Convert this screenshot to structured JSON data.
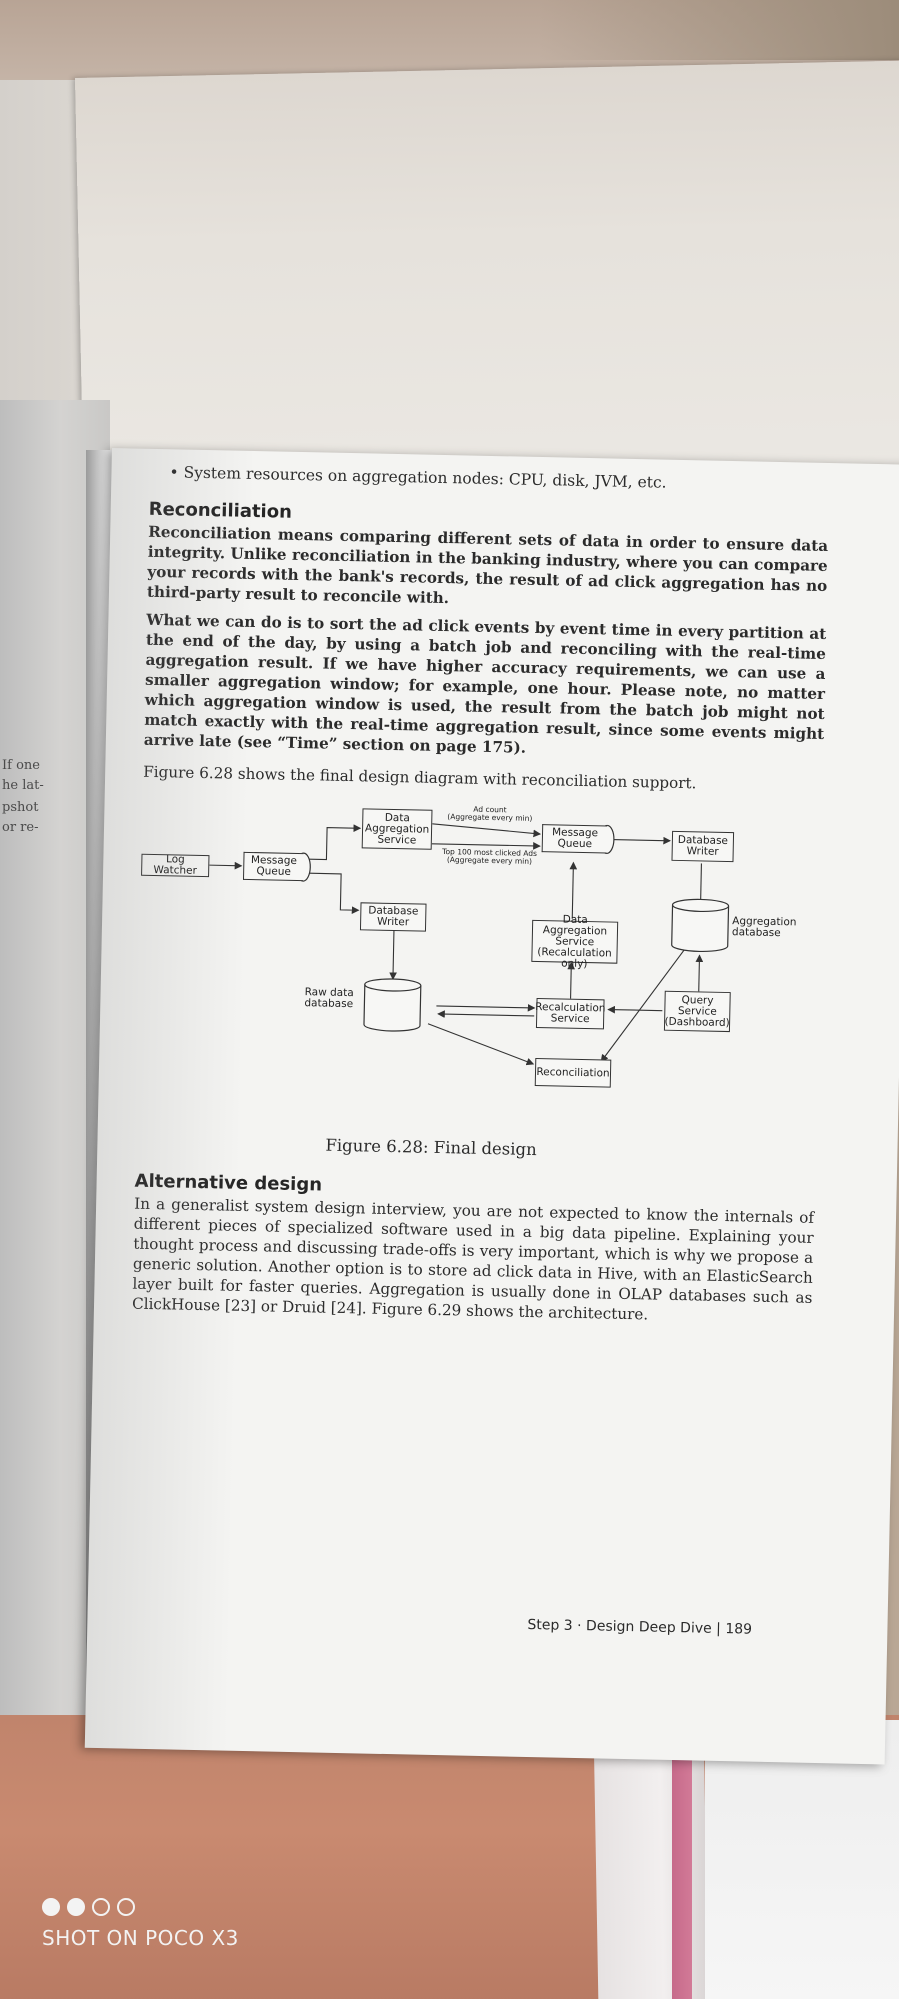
{
  "page": {
    "bullet": "System resources on aggregation nodes: CPU, disk, JVM, etc.",
    "heading_reconciliation": "Reconciliation",
    "para1": "Reconciliation means comparing different sets of data in order to ensure data integrity. Unlike reconciliation in the banking industry, where you can compare your records with the bank's records, the result of ad click aggregation has no third-party result to reconcile with.",
    "para2": "What we can do is to sort the ad click events by event time in every partition at the end of the day, by using a batch job and reconciling with the real-time aggregation result. If we have higher accuracy requirements, we can use a smaller aggregation window; for example, one hour. Please note, no matter which aggregation window is used, the result from the batch job might not match exactly with the real-time aggregation result, since some events might arrive late (see “Time” section on page 175).",
    "para3": "Figure 6.28 shows the final design diagram with reconciliation support.",
    "figure_caption": "Figure 6.28: Final design",
    "heading_alternative": "Alternative design",
    "para4": "In a generalist system design interview, you are not expected to know the internals of different pieces of specialized software used in a big data pipeline. Explaining your thought process and discussing trade-offs is very important, which is why we propose a generic solution. Another option is to store ad click data in Hive, with an ElasticSearch layer built for faster queries. Aggregation is usually done in OLAP databases such as ClickHouse [23] or Druid [24]. Figure 6.29 shows the architecture.",
    "footer": "Step 3 · Design Deep Dive | 189"
  },
  "diagram": {
    "log_watcher": "Log Watcher",
    "message_queue_1": "Message\nQueue",
    "data_aggregation_service": "Data\nAggregation\nService",
    "ad_count_label": "Ad count\n(Aggregate every min)",
    "top100_label": "Top 100 most clicked Ads\n(Aggregate every min)",
    "message_queue_2": "Message\nQueue",
    "database_writer_1": "Database\nWriter",
    "database_writer_2": "Database\nWriter",
    "data_aggregation_recalc": "Data Aggregation\nService\n(Recalculation only)",
    "aggregation_database": "Aggregation\ndatabase",
    "raw_data_database": "Raw data\ndatabase",
    "recalculation_service": "Recalculation\nService",
    "query_service": "Query\nService\n(Dashboard)",
    "reconciliation": "Reconciliation"
  },
  "left_page_fragments": [
    "If one",
    "he lat-",
    "pshot",
    "or re-"
  ],
  "watermark": {
    "text": "SHOT ON POCO X3"
  }
}
